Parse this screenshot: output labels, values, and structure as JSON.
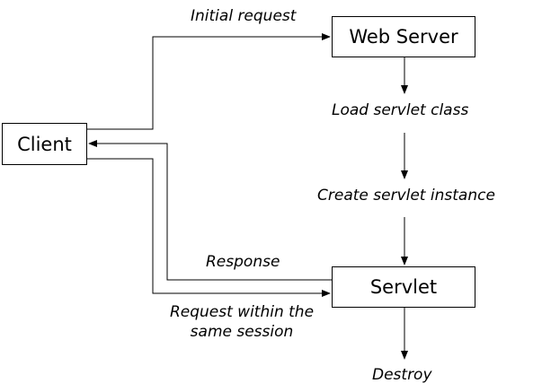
{
  "nodes": {
    "client": "Client",
    "web_server": "Web Server",
    "servlet": "Servlet"
  },
  "labels": {
    "initial_request": "Initial request",
    "load_servlet_class": "Load servlet class",
    "create_servlet_instance": "Create servlet instance",
    "response": "Response",
    "request_same_session_line1": "Request within the",
    "request_same_session_line2": "same session",
    "destroy": "Destroy"
  },
  "colors": {
    "line": "#000000",
    "background": "#ffffff"
  }
}
